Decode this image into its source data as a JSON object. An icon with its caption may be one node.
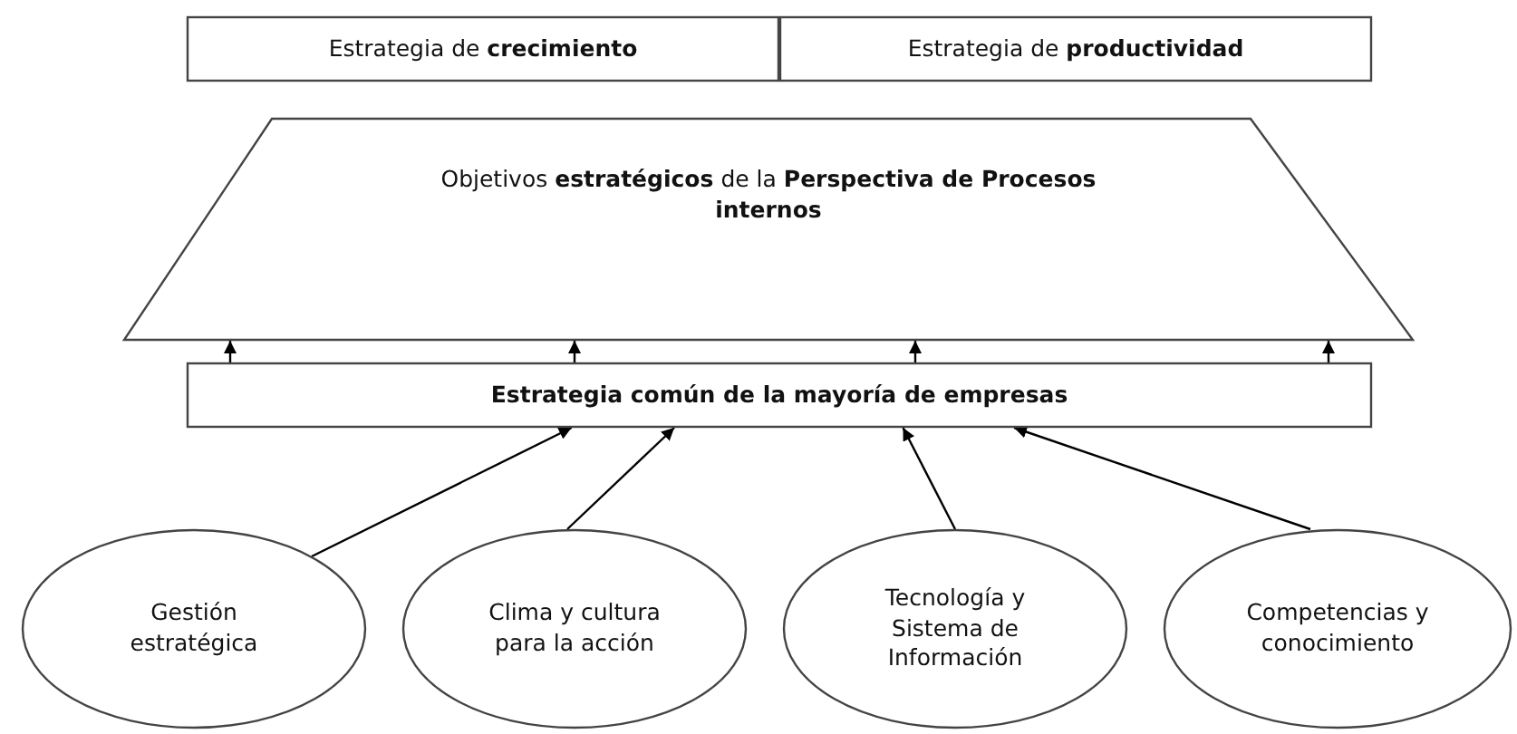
{
  "diagram": {
    "nodes": [
      {
        "text": [
          "Estrategia de **crecimiento**"
        ]
      },
      {
        "text": [
          "Estrategia de **productividad**"
        ]
      },
      {
        "text": [
          "Objetivos **estratégicos** de la **Perspectiva de Procesos internos**"
        ]
      },
      {
        "text": [
          "Estrategia común de la mayoría de empresas"
        ]
      },
      {
        "text": [
          "Gestión estratégica"
        ]
      },
      {
        "text": [
          "Clima y cultura para la acción"
        ]
      },
      {
        "text": [
          "Tecnología y Sistema de Información"
        ]
      },
      {
        "text": [
          "Competencias y conocimiento"
        ]
      }
    ],
    "edges": [
      {
        "from": 3,
        "to": 2,
        "arrow": "to"
      },
      {
        "from": 3,
        "to": 2,
        "arrow": "to"
      },
      {
        "from": 3,
        "to": 2,
        "arrow": "to"
      },
      {
        "from": 3,
        "to": 2,
        "arrow": "to"
      },
      {
        "from": 4,
        "to": 3,
        "arrow": "to"
      },
      {
        "from": 5,
        "to": 3,
        "arrow": "to"
      },
      {
        "from": 6,
        "to": 3,
        "arrow": "to"
      },
      {
        "from": 7,
        "to": 3,
        "arrow": "to"
      }
    ]
  }
}
